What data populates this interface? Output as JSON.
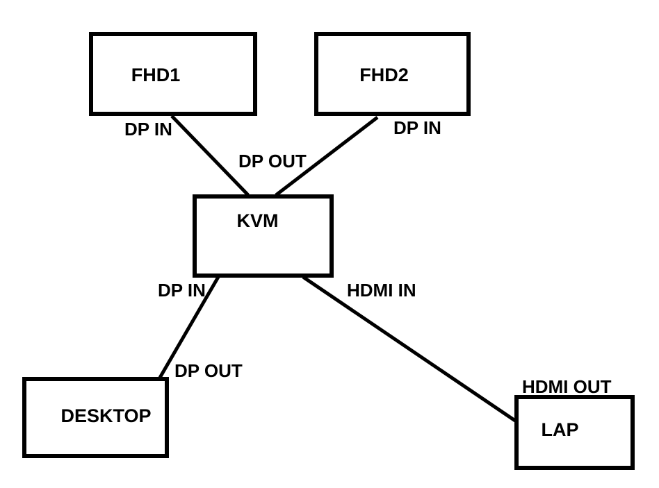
{
  "diagram": {
    "type": "connection-diagram",
    "colors": {
      "background": "#ffffff",
      "stroke": "#000000",
      "text": "#000000"
    },
    "nodes": {
      "fhd1": {
        "label": "FHD1"
      },
      "fhd2": {
        "label": "FHD2"
      },
      "kvm": {
        "label": "KVM"
      },
      "desktop": {
        "label": "DESKTOP"
      },
      "lap": {
        "label": "LAP"
      }
    },
    "port_labels": {
      "fhd1_dp_in": "DP IN",
      "fhd2_dp_in": "DP IN",
      "kvm_dp_out": "DP OUT",
      "kvm_dp_in": "DP IN",
      "kvm_hdmi_in": "HDMI IN",
      "desktop_dp_out": "DP OUT",
      "lap_hdmi_out": "HDMI OUT"
    },
    "edges": [
      {
        "from": "kvm",
        "from_port": "DP OUT",
        "to": "fhd1",
        "to_port": "DP IN"
      },
      {
        "from": "kvm",
        "from_port": "DP OUT",
        "to": "fhd2",
        "to_port": "DP IN"
      },
      {
        "from": "desktop",
        "from_port": "DP OUT",
        "to": "kvm",
        "to_port": "DP IN"
      },
      {
        "from": "lap",
        "from_port": "HDMI OUT",
        "to": "kvm",
        "to_port": "HDMI IN"
      }
    ]
  }
}
